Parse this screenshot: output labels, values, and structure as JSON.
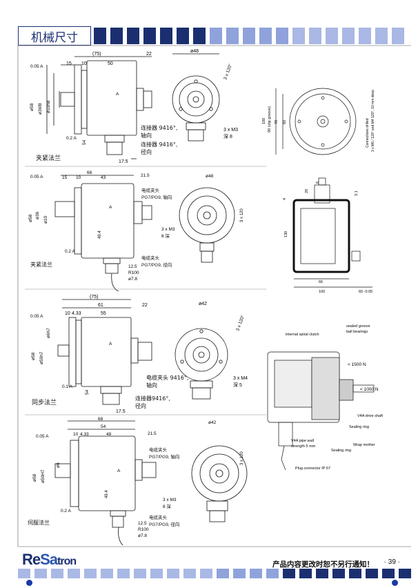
{
  "header": {
    "title": "机械尺寸"
  },
  "colors": {
    "dark": "#1b2f70",
    "light": "#a9b8e4",
    "accent": "#1a3aa8"
  },
  "sections": {
    "s1": {
      "caption": "夹紧法兰",
      "conn1": "连接器 9416°,",
      "conn1b": "轴向",
      "conn2": "连接器 9416°,",
      "conn2b": "径向",
      "m3": "3 x M3",
      "m3b": "深 8",
      "d48": "ø48",
      "dim75": "(75)",
      "dim22": "22",
      "dim15": "15",
      "dim10": "10",
      "dim50": "50",
      "dim175": "17.5",
      "d58": "ø58",
      "d36": "ø36f8",
      "d10": "ø10h8",
      "tol1": "0.05 A",
      "tol2": "0.2 A",
      "dA": "A",
      "dim54": "54",
      "r120": "3 x 120°"
    },
    "s2": {
      "caption": "夹紧法兰",
      "c1": "电缆夹头",
      "c1b": "PG7/PG9, 轴向",
      "c2": "电缆夹头",
      "c2b": "PG7/PG9, 径向",
      "m3": "3 x M3",
      "m3b": "8 深",
      "d48": "ø48",
      "dim68": "68",
      "dim215": "21.5",
      "dim15": "15",
      "dim10": "10",
      "dim43": "43",
      "dim125": "12.5",
      "r100": "R100",
      "d78": "ø7.8",
      "d58": "ø58",
      "d36": "ø36",
      "d10": "ø10",
      "tol1": "0.05 A",
      "tol2": "0.2 A",
      "dA": "A",
      "dim494": "49.4",
      "r120": "3 x 120"
    },
    "s3": {
      "caption": "同步法兰",
      "conn1": "电缆夹头 9416°,",
      "conn1b": "轴向",
      "conn2": "连接器9416°,",
      "conn2b": "径向",
      "m4": "3 x M4",
      "m4b": "深 5",
      "d42": "ø42",
      "dim75": "(75)",
      "dim61": "61",
      "dim22": "22",
      "dim10": "10",
      "dim433": "4.33",
      "dim55": "55",
      "dim175": "17.5",
      "d58": "ø58",
      "d50": "ø50h7",
      "d6": "ø6h7",
      "tol1": "0.05 A",
      "tol2": "0.1 A",
      "dA": "A",
      "dim54": "54",
      "r120": "3 x 120°"
    },
    "s4": {
      "caption": "伺服法兰",
      "c1": "电缆夹头",
      "c1b": "PG7/PG9, 轴向",
      "c2": "电缆夹头",
      "c2b": "PG7/PG9, 径向",
      "m3": "3 x M3",
      "m3b": "8 深",
      "d42": "ø42",
      "dim68": "68",
      "dim54": "54",
      "dim215": "21.5",
      "dim10": "10",
      "dim433": "4.33",
      "dim48": "48",
      "dim125": "12.5",
      "r100": "R100",
      "d78": "ø7.8",
      "d58": "ø58",
      "d50": "ø50H7",
      "d6": "ø6",
      "tol1": "0.05 A",
      "tol2": "0.2 A",
      "dA": "A",
      "dim494": "49.4",
      "r120": "3 x 120"
    },
    "right1": {
      "dim100": "100",
      "dim90": "90 (clip groove)",
      "dim70": "70",
      "dim60": "60",
      "conn": "Connections drilled",
      "conn2": "3 x M6 / 120° and M4 120°, 10 mm deep"
    },
    "right2": {
      "dim4": "4",
      "dim20": "20",
      "dim6": "6",
      "dim31": "3.1",
      "dim130": "130",
      "dim66": "66",
      "dim100": "100",
      "dim60": "60 -0.05"
    },
    "right3": {
      "spiral": "internal spiral clutch",
      "sealed": "sealed groove",
      "ball": "ball bearings",
      "n1500": "< 1500 N",
      "n1000": "< 1000 N",
      "drive": "V4A drive shaft",
      "sealing": "Sealing ring",
      "sealing2": "Sealing ring",
      "wrap": "Wrap mother",
      "pipe": "V4A pipe wall",
      "pipe2": "strength 5 mm",
      "plug": "Plug connector IP 67"
    }
  },
  "footer": {
    "logo1": "Re",
    "logo2": "Sa",
    "logo3": "tron",
    "notice": "产品内容更改时恕不另行通知！",
    "page": "· 39 ·"
  }
}
